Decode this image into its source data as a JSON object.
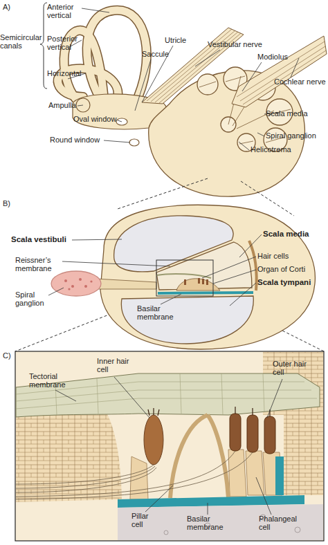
{
  "diagram": {
    "labels": [
      "A)",
      "Anterior vertical",
      "Semicircular canals",
      "Posterior vertical",
      "Horizontal",
      "Utricle",
      "Saccule",
      "Vestibular nerve",
      "Modiolus",
      "Cochlear nerve",
      "Ampulla",
      "Oval window",
      "Round window",
      "Scala media",
      "Spiral ganglion",
      "Helicotrema",
      "B)",
      "Scala vestibuli",
      "Scala media",
      "Hair cells",
      "Reissner’s membrane",
      "Organ of Corti",
      "Spiral ganglion",
      "Basilar membrane",
      "Scala tympani",
      "C)",
      "Tectorial membrane",
      "Inner hair cell",
      "Outer hair cell",
      "Pillar cell",
      "Basilar membrane",
      "Phalangeal cell"
    ]
  }
}
